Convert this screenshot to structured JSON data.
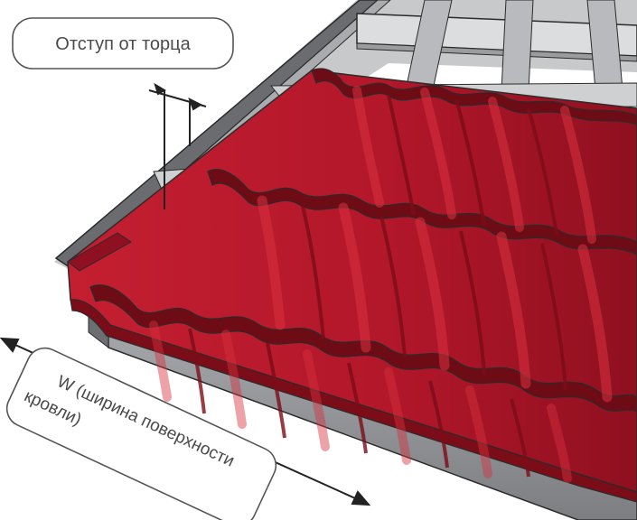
{
  "labels": {
    "edge_offset": "Отступ от торца",
    "roof_width_line1": "W (ширина поверхности",
    "roof_width_line2": "кровли)"
  },
  "colors": {
    "tile_red": "#b5182a",
    "tile_dark": "#6e0c16",
    "tile_highlight": "#d8313f",
    "frame_gray": "#8f9194",
    "frame_dark": "#4d4f52",
    "batten_light": "#d9dadc",
    "outline": "#2b2b2b",
    "callout_border": "#555555",
    "callout_text": "#4a4a4a"
  }
}
